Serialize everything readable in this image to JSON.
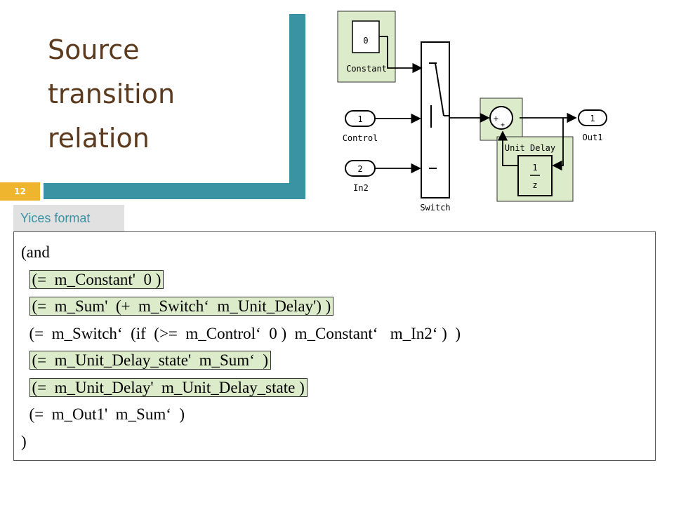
{
  "slide": {
    "title_lines": [
      "Source",
      "transition",
      "relation"
    ],
    "number": "12",
    "tab_label": "Yices format"
  },
  "diagram": {
    "constant_value": "0",
    "constant_label": "Constant",
    "control_port": "1",
    "control_label": "Control",
    "in2_port": "2",
    "in2_label": "In2",
    "switch_label": "Switch",
    "out_port": "1",
    "out_label": "Out1",
    "unit_delay_label": "Unit Delay",
    "unit_delay_num": "1",
    "unit_delay_den": "z",
    "sum_plus_top": "+",
    "sum_plus_bottom": "+"
  },
  "code": {
    "l1": "(and",
    "l2": "(=  m_Constant'  0 )",
    "l3": "(=  m_Sum'  (+  m_Switch‘  m_Unit_Delay') )",
    "l4": "(=  m_Switch‘  (if  (>=  m_Control‘  0 )  m_Constant‘   m_In2‘ )  )",
    "l5": "(=  m_Unit_Delay_state'  m_Sum‘  )",
    "l6": "(=  m_Unit_Delay'  m_Unit_Delay_state )",
    "l7": "(=  m_Out1'  m_Sum‘  )",
    "l8": ")"
  },
  "colors": {
    "title": "#5b3a1e",
    "accent_bar": "#3a93a3",
    "slide_number_bg": "#f0b52e",
    "highlight_fill": "#dcebc9",
    "tab_bg": "#e1e1e1",
    "code_paren": "#c59a1e"
  }
}
